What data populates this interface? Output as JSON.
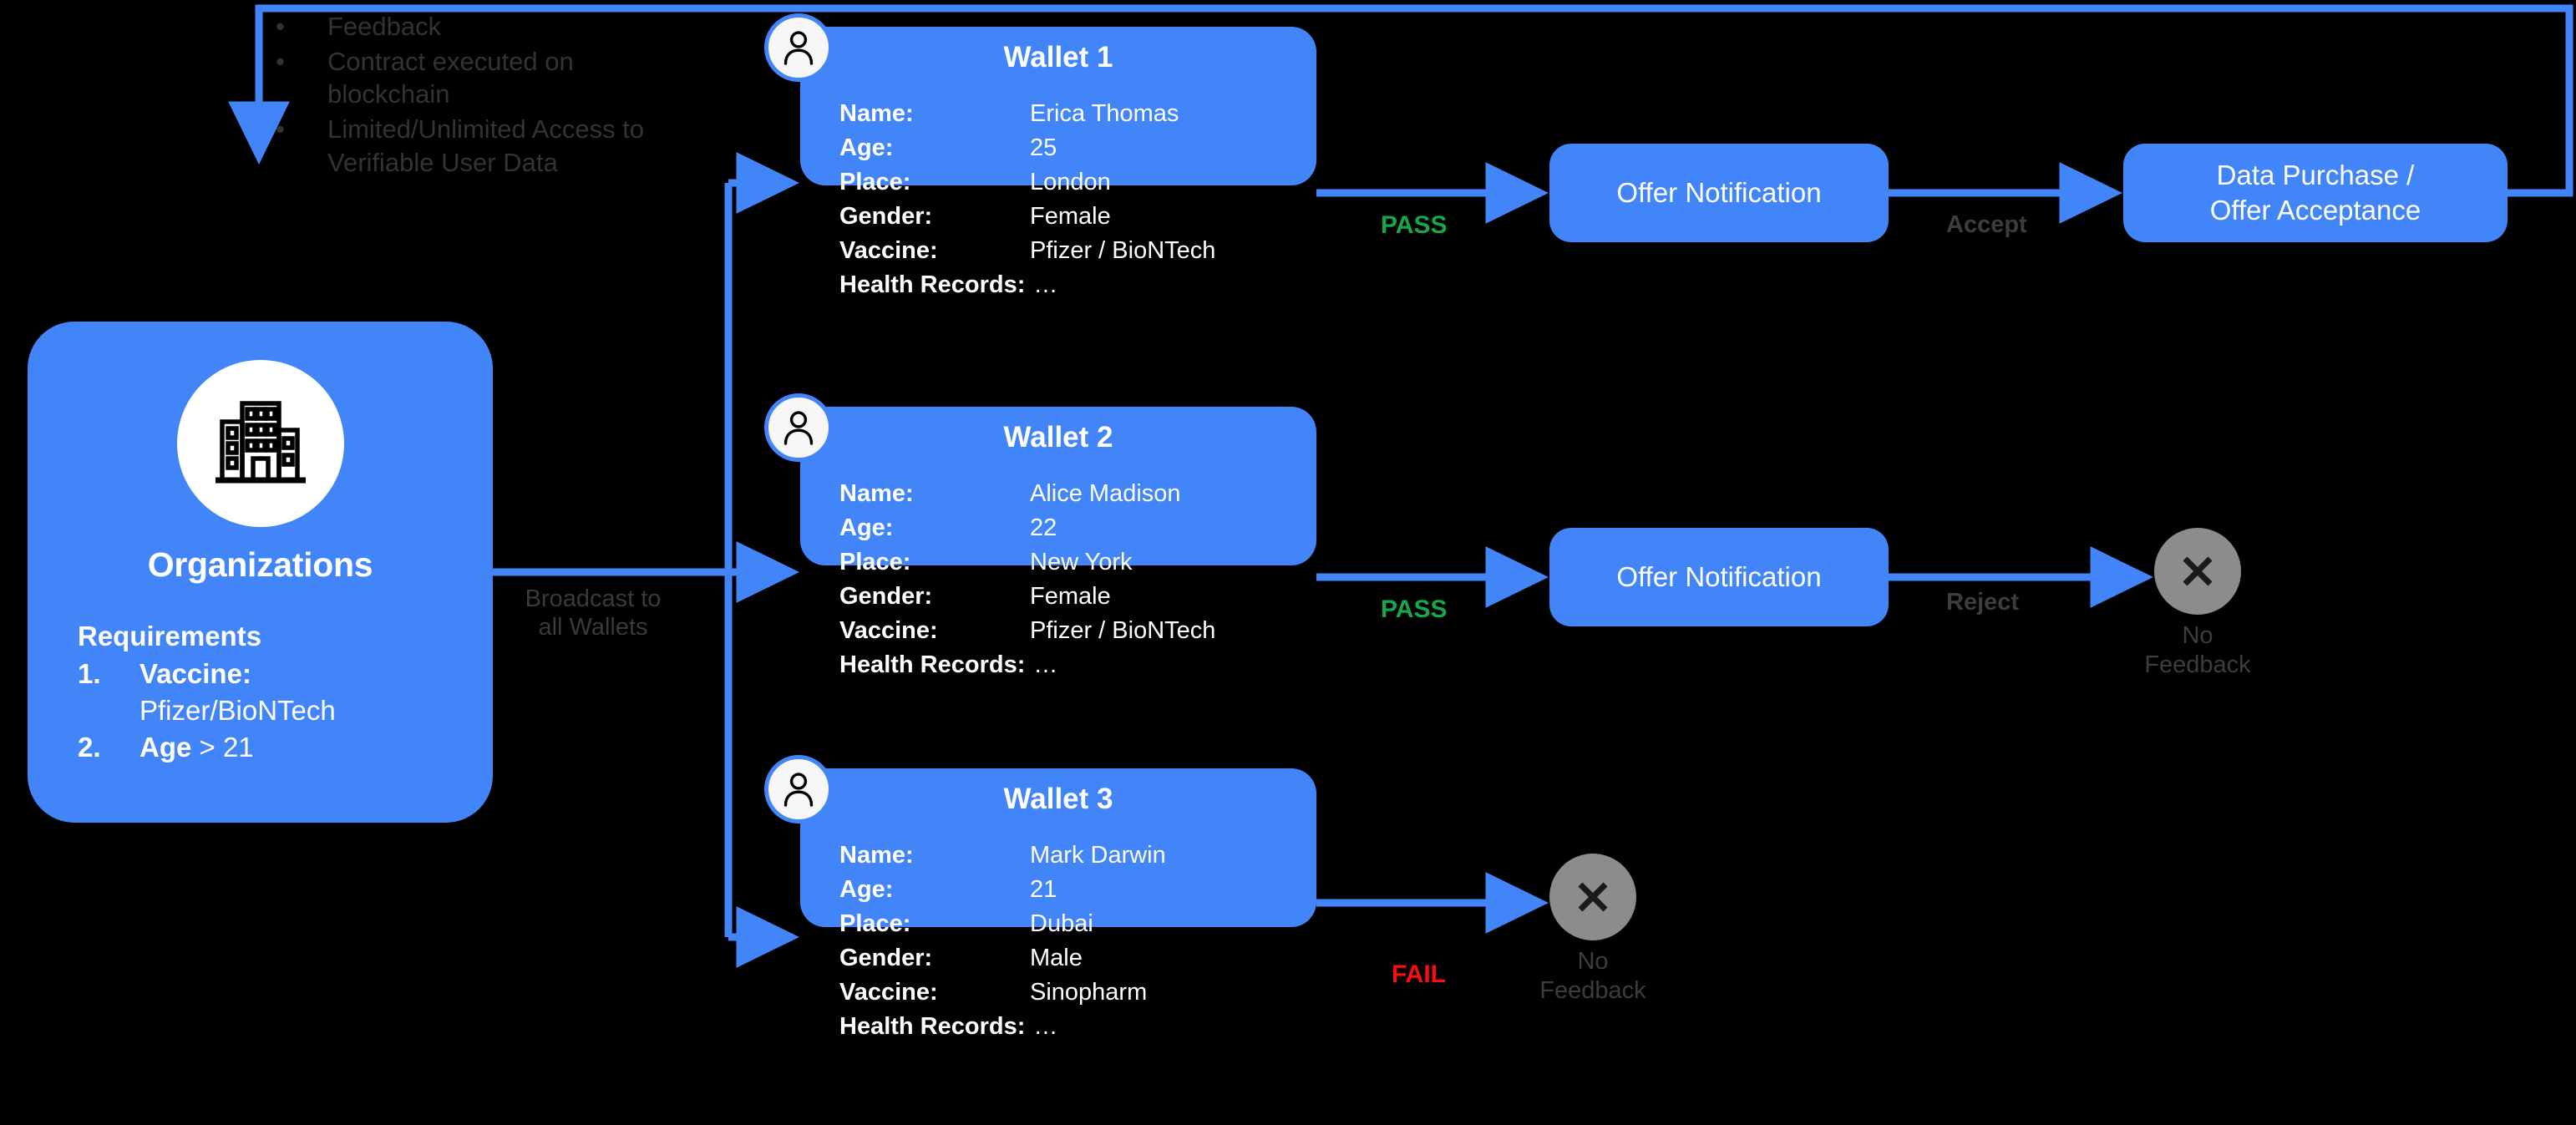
{
  "theme": {
    "background": "#000000",
    "accent_blue": "#4285f8",
    "pass_green": "#17a74a",
    "fail_red": "#fb0d0d",
    "muted_gray": "#3d3d3d",
    "terminator_gray": "#8c8c8c"
  },
  "feedback_note": {
    "items": [
      "Feedback",
      "Contract executed on blockchain",
      "Limited/Unlimited Access to Verifiable User Data"
    ]
  },
  "organizations": {
    "title": "Organizations",
    "icon": "office-building-icon",
    "requirements_heading": "Requirements",
    "requirements": [
      {
        "num": "1.",
        "key": "Vaccine",
        "sep": ":",
        "value": "Pfizer/BioNTech",
        "wrapped": true
      },
      {
        "num": "2.",
        "key": "Age",
        "sep": "",
        "value": " > 21",
        "wrapped": false
      }
    ]
  },
  "edges": {
    "broadcast": "Broadcast to\nall Wallets",
    "broadcast_line1": "Broadcast to",
    "broadcast_line2": "all Wallets",
    "pass_1": "PASS",
    "pass_2": "PASS",
    "fail_3": "FAIL",
    "accept": "Accept",
    "reject": "Reject"
  },
  "wallets": [
    {
      "title": "Wallet 1",
      "icon": "user-avatar-icon",
      "fields": [
        {
          "label": "Name:",
          "value": "Erica Thomas"
        },
        {
          "label": "Age:",
          "value": "25"
        },
        {
          "label": "Place:",
          "value": "London"
        },
        {
          "label": "Gender:",
          "value": "Female"
        },
        {
          "label": "Vaccine:",
          "value": "Pfizer / BioNTech"
        },
        {
          "label": "Health Records:",
          "value": "…"
        }
      ]
    },
    {
      "title": "Wallet 2",
      "icon": "user-avatar-icon",
      "fields": [
        {
          "label": "Name:",
          "value": "Alice Madison"
        },
        {
          "label": "Age:",
          "value": "22"
        },
        {
          "label": "Place:",
          "value": "New York"
        },
        {
          "label": "Gender:",
          "value": "Female"
        },
        {
          "label": "Vaccine:",
          "value": "Pfizer / BioNTech"
        },
        {
          "label": "Health Records:",
          "value": "…"
        }
      ]
    },
    {
      "title": "Wallet 3",
      "icon": "user-avatar-icon",
      "fields": [
        {
          "label": "Name:",
          "value": "Mark Darwin"
        },
        {
          "label": "Age:",
          "value": "21"
        },
        {
          "label": "Place:",
          "value": "Dubai"
        },
        {
          "label": "Gender:",
          "value": "Male"
        },
        {
          "label": "Vaccine:",
          "value": "Sinopharm"
        },
        {
          "label": "Health Records:",
          "value": "…"
        }
      ]
    }
  ],
  "process_boxes": {
    "offer_1": "Offer Notification",
    "offer_2": "Offer Notification",
    "purchase_line1": "Data Purchase /",
    "purchase_line2": "Offer Acceptance"
  },
  "terminators": [
    {
      "id": "term-2",
      "icon": "cross-x-icon",
      "line1": "No",
      "line2": "Feedback"
    },
    {
      "id": "term-3",
      "icon": "cross-x-icon",
      "line1": "No",
      "line2": "Feedback"
    }
  ]
}
